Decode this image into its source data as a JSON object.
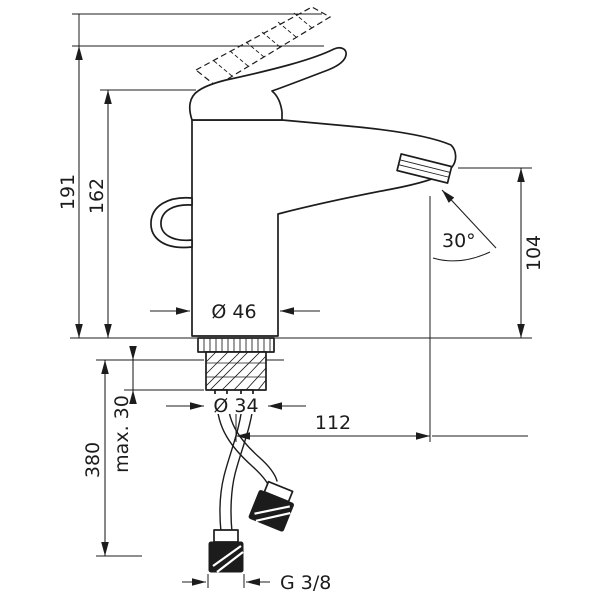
{
  "page": {
    "background": "#ffffff",
    "line_color": "#1c1c1c"
  },
  "drawing": {
    "subject": "Single-lever basin mixer faucet - technical dimension drawing, side elevation with mounting shank and supply hoses",
    "units": "mm",
    "labels": {
      "overall_height": "191",
      "body_height": "162",
      "outlet_height": "104",
      "spray_angle": "30°",
      "body_diameter": "Ø 46",
      "shank_diameter": "Ø 34",
      "spout_reach": "112",
      "hose_length": "380",
      "max_counter_thickness": "max. 30",
      "connection_thread": "G 3/8"
    }
  }
}
